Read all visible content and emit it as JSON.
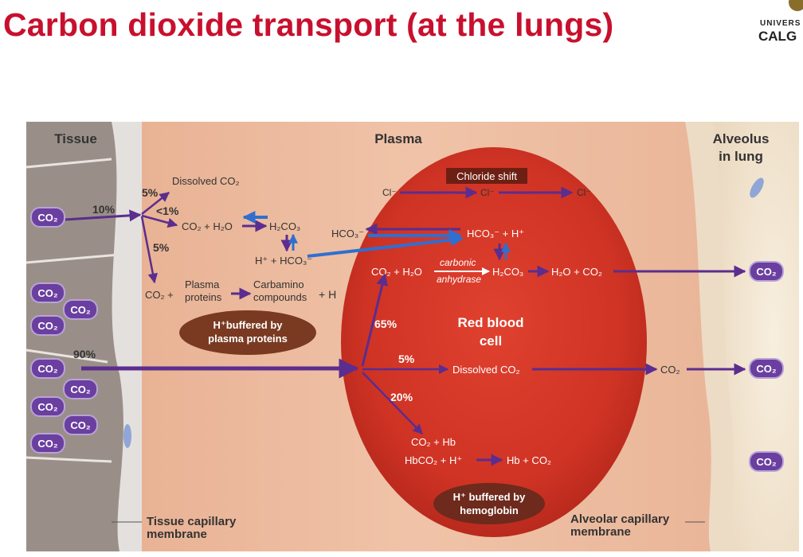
{
  "title": "Carbon dioxide transport (at the lungs)",
  "logo": {
    "line1": "UNIVERS",
    "line2": "CALG"
  },
  "regions": {
    "tissue": "Tissue",
    "plasma": "Plasma",
    "alveolus_line1": "Alveolus",
    "alveolus_line2": "in lung",
    "rbc_line1": "Red blood",
    "rbc_line2": "cell"
  },
  "co2_badge": "CO₂",
  "percentages": {
    "p10": "10%",
    "p5a": "5%",
    "p_lt1": "<1%",
    "p5b": "5%",
    "p90": "90%",
    "p65": "65%",
    "p5c": "5%",
    "p20": "20%"
  },
  "labels": {
    "dissolved_co2_top": "Dissolved CO₂",
    "co2_h2o_left": "CO₂ + H₂O",
    "h2co3_left": "H₂CO₃",
    "h_hco3_left": "H⁺ + HCO₃⁻",
    "co2_plus": "CO₂ +",
    "plasma_proteins_1": "Plasma",
    "plasma_proteins_2": "proteins",
    "carbamino_1": "Carbamino",
    "carbamino_2": "compounds",
    "plus_h": "+ H",
    "chloride_shift": "Chloride shift",
    "cl": "Cl⁻",
    "hco3_plasma": "HCO₃⁻",
    "hco3_h_rbc": "HCO₃⁻ + H⁺",
    "co2_h2o_rbc": "CO₂ + H₂O",
    "carbonic": "carbonic",
    "anhydrase": "anhydrase",
    "h2co3_rbc": "H₂CO₃",
    "h2o_co2": "H₂O + CO₂",
    "dissolved_co2_rbc": "Dissolved CO₂",
    "co2_right": "CO₂",
    "co2_hb": "CO₂ + Hb",
    "hbco2_h": "HbCO₂ + H⁺",
    "hb_co2": "Hb + CO₂",
    "tissue_membrane_1": "Tissue capillary",
    "tissue_membrane_2": "membrane",
    "alveolar_membrane_1": "Alveolar capillary",
    "alveolar_membrane_2": "membrane"
  },
  "buffers": {
    "plasma_1": "H⁺buffered by",
    "plasma_2": "plasma proteins",
    "hb_1": "H⁺ buffered by",
    "hb_2": "hemoglobin"
  },
  "colors": {
    "title": "#c8102e",
    "arrow": "#5b2d8e",
    "blue_arrow": "#2f6fd0",
    "badge": "#6a3fa0",
    "plasma": "#e9b79a",
    "rbc": "#d9382a"
  }
}
